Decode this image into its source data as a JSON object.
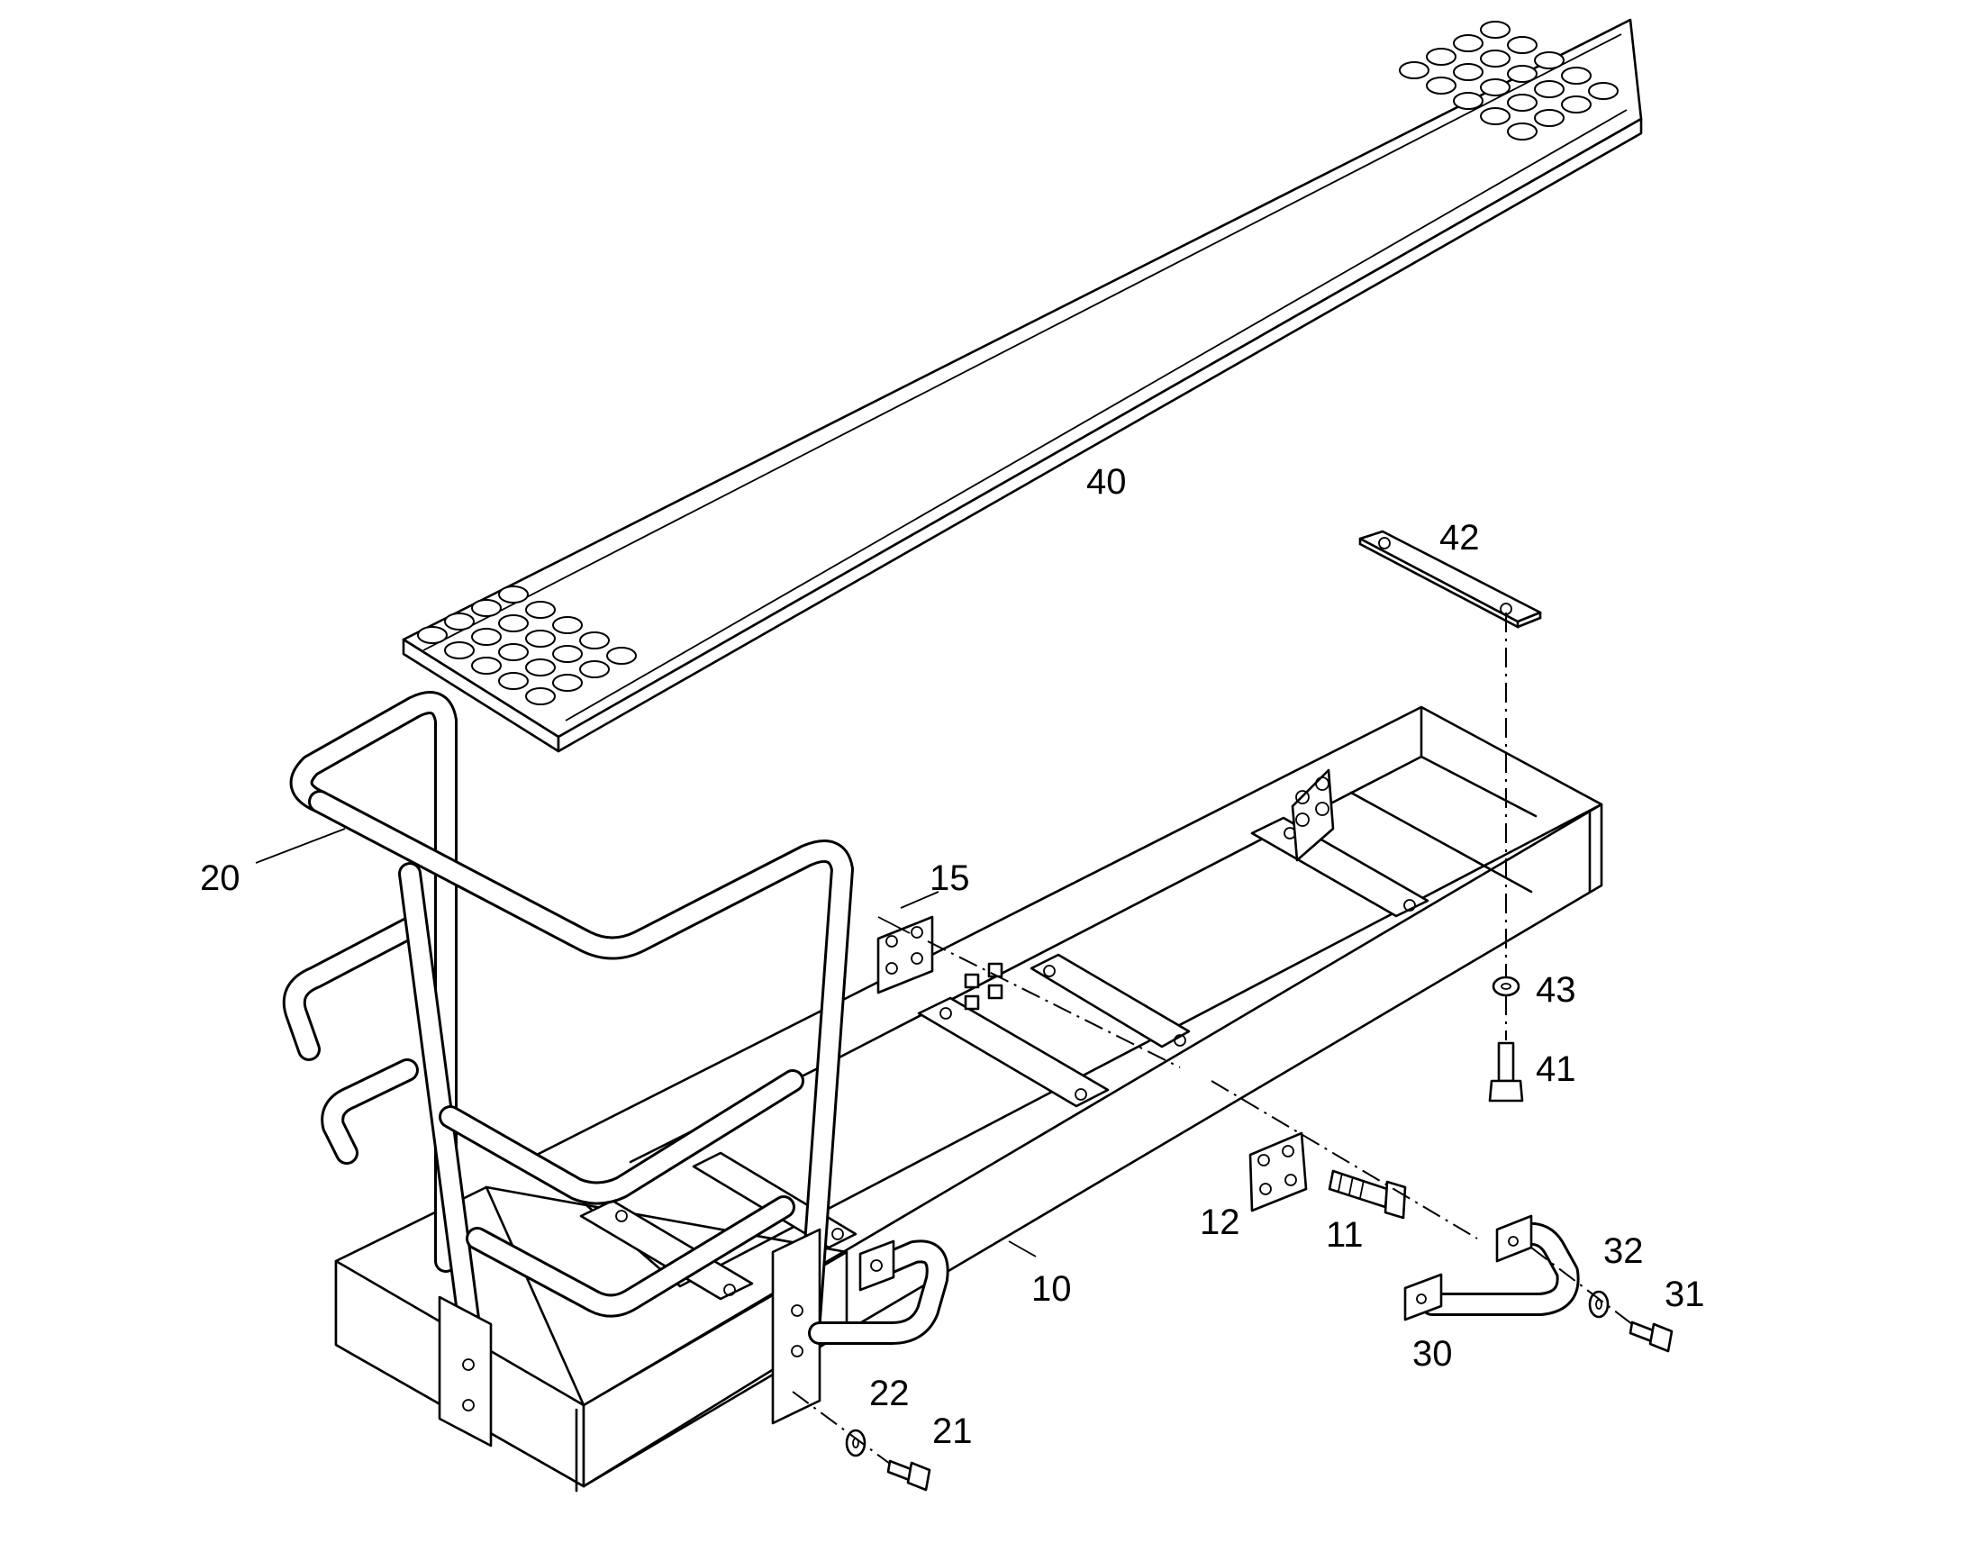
{
  "figure": {
    "type": "exploded-parts-diagram",
    "stroke_color": "#000000",
    "background_color": "#ffffff"
  },
  "callouts": [
    {
      "id": "10",
      "text": "10"
    },
    {
      "id": "11",
      "text": "11"
    },
    {
      "id": "12",
      "text": "12"
    },
    {
      "id": "15",
      "text": "15"
    },
    {
      "id": "20",
      "text": "20"
    },
    {
      "id": "21",
      "text": "21"
    },
    {
      "id": "22",
      "text": "22"
    },
    {
      "id": "30",
      "text": "30"
    },
    {
      "id": "31",
      "text": "31"
    },
    {
      "id": "32",
      "text": "32"
    },
    {
      "id": "40",
      "text": "40"
    },
    {
      "id": "41",
      "text": "41"
    },
    {
      "id": "42",
      "text": "42"
    },
    {
      "id": "43",
      "text": "43"
    }
  ]
}
